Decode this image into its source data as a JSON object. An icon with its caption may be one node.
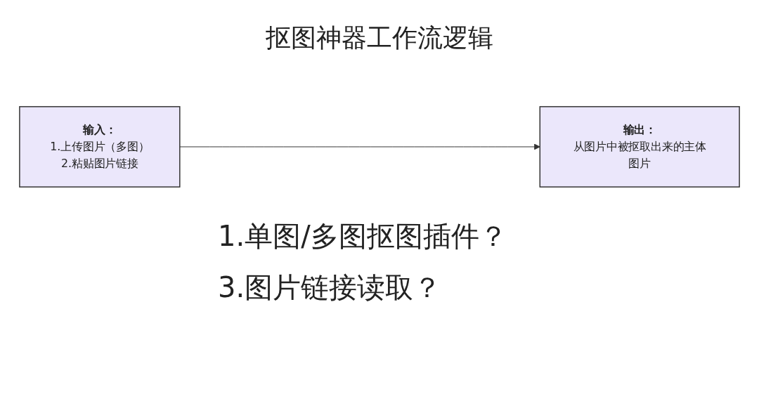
{
  "diagram": {
    "title": "抠图神器工作流逻辑",
    "nodes": [
      {
        "text": [
          "输入：",
          "1.上传图片（多图）",
          "2.粘贴图片链接"
        ]
      },
      {
        "text": [
          "输出：",
          "从图片中被抠取出来的主体图片"
        ]
      }
    ],
    "edges": [
      {
        "from": 0,
        "to": 1,
        "arrow": "to"
      }
    ],
    "labels": [
      "1.单图/多图抠图插件？",
      "3.图片链接读取？"
    ]
  }
}
